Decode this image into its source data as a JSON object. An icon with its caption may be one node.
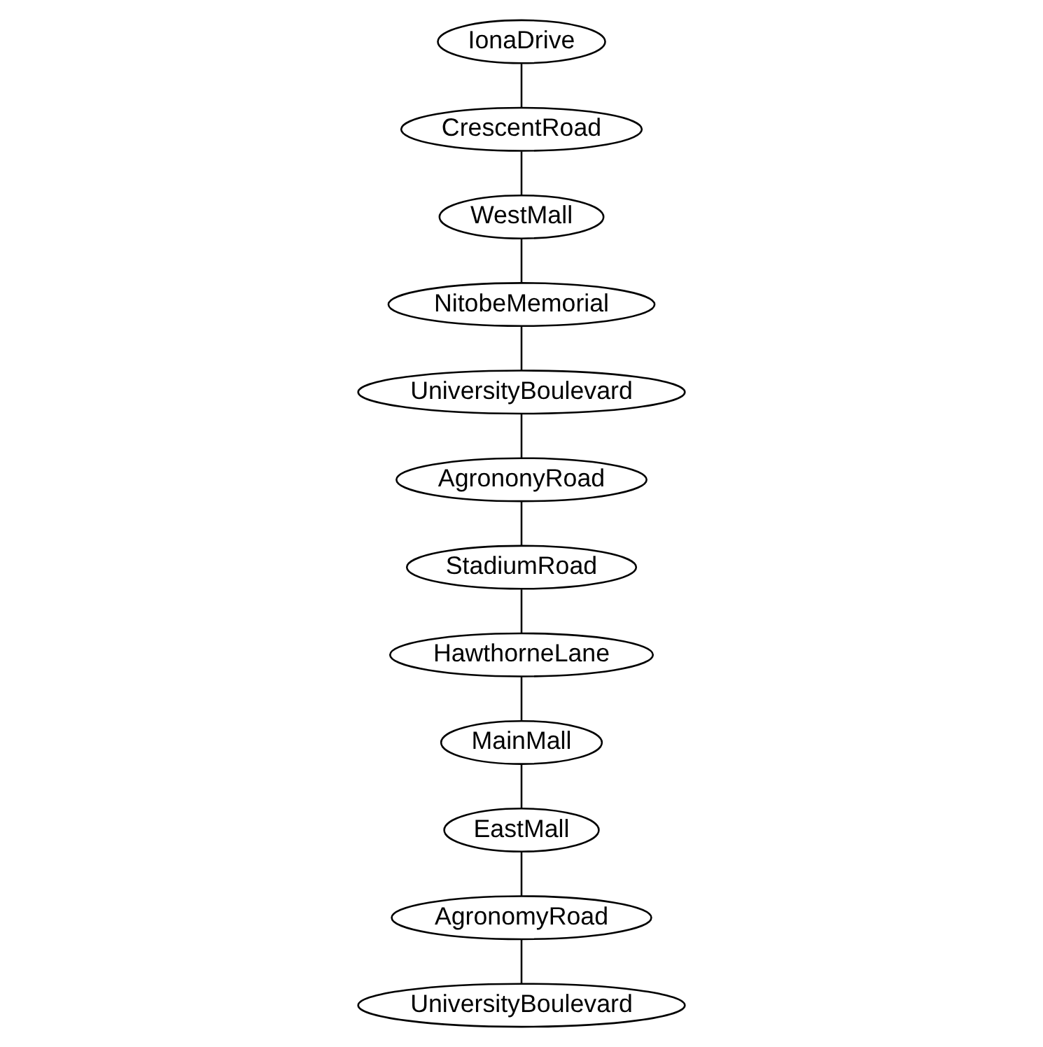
{
  "diagram": {
    "nodes": [
      {
        "text": [
          "IonaDrive"
        ]
      },
      {
        "text": [
          "CrescentRoad"
        ]
      },
      {
        "text": [
          "WestMall"
        ]
      },
      {
        "text": [
          "NitobeMemorial"
        ]
      },
      {
        "text": [
          "UniversityBoulevard"
        ]
      },
      {
        "text": [
          "AgrononyRoad"
        ]
      },
      {
        "text": [
          "StadiumRoad"
        ]
      },
      {
        "text": [
          "HawthorneLane"
        ]
      },
      {
        "text": [
          "MainMall"
        ]
      },
      {
        "text": [
          "EastMall"
        ]
      },
      {
        "text": [
          "AgronomyRoad"
        ]
      },
      {
        "text": [
          "UniversityBoulevard"
        ]
      }
    ],
    "edges": [
      {
        "from": 0,
        "to": 1,
        "arrow": "none"
      },
      {
        "from": 1,
        "to": 2,
        "arrow": "none"
      },
      {
        "from": 2,
        "to": 3,
        "arrow": "none"
      },
      {
        "from": 3,
        "to": 4,
        "arrow": "none"
      },
      {
        "from": 4,
        "to": 5,
        "arrow": "none"
      },
      {
        "from": 5,
        "to": 6,
        "arrow": "none"
      },
      {
        "from": 6,
        "to": 7,
        "arrow": "none"
      },
      {
        "from": 7,
        "to": 8,
        "arrow": "none"
      },
      {
        "from": 8,
        "to": 9,
        "arrow": "none"
      },
      {
        "from": 9,
        "to": 10,
        "arrow": "none"
      },
      {
        "from": 10,
        "to": 11,
        "arrow": "none"
      }
    ]
  }
}
